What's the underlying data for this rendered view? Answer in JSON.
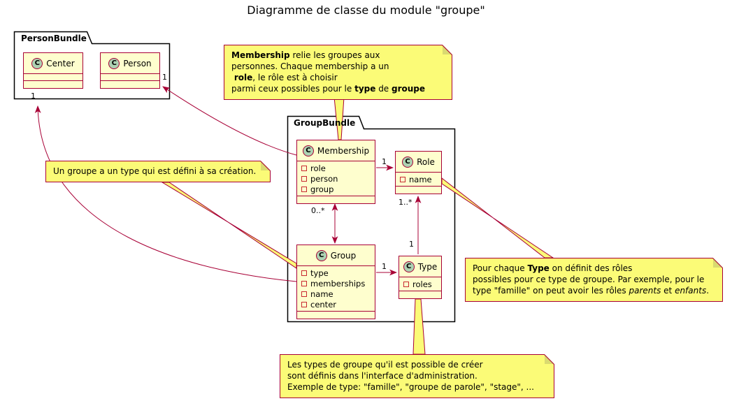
{
  "title": "Diagramme de classe du module \"groupe\"",
  "packages": {
    "person_bundle": {
      "label": "PersonBundle"
    },
    "group_bundle": {
      "label": "GroupBundle"
    }
  },
  "classes": {
    "icon_letter": "C",
    "center": {
      "name": "Center"
    },
    "person": {
      "name": "Person"
    },
    "membership": {
      "name": "Membership",
      "attributes": [
        "role",
        "person",
        "group"
      ]
    },
    "role": {
      "name": "Role",
      "attributes": [
        "name"
      ]
    },
    "group": {
      "name": "Group",
      "attributes": [
        "type",
        "memberships",
        "name",
        "center"
      ]
    },
    "type": {
      "name": "Type",
      "attributes": [
        "roles"
      ]
    }
  },
  "multiplicities": {
    "membership_person": "1",
    "group_center": "1",
    "membership_role": "1",
    "group_memberships": "0..*",
    "group_type": "1",
    "type_roles": "1..*",
    "type_side": "1"
  },
  "notes": {
    "membership": {
      "segments": [
        {
          "text": "Membership",
          "bold": true
        },
        {
          "text": " relie les groupes aux"
        },
        {
          "br": true
        },
        {
          "text": "personnes. Chaque membership a un"
        },
        {
          "br": true
        },
        {
          "text": " "
        },
        {
          "text": "role",
          "bold": true
        },
        {
          "text": ", le rôle est à choisir"
        },
        {
          "br": true
        },
        {
          "text": "parmi ceux possibles pour le "
        },
        {
          "text": "type",
          "bold": true
        },
        {
          "text": " de "
        },
        {
          "text": "groupe",
          "bold": true
        }
      ]
    },
    "group_type": {
      "text": "Un groupe a un type qui est défini à sa création."
    },
    "type_roles": {
      "segments": [
        {
          "text": "Pour chaque "
        },
        {
          "text": "Type",
          "bold": true
        },
        {
          "text": " on définit des rôles"
        },
        {
          "br": true
        },
        {
          "text": "possibles pour ce type de groupe. Par exemple, pour le"
        },
        {
          "br": true
        },
        {
          "text": "type \"famille\" on peut avoir les rôles "
        },
        {
          "text": "parents",
          "italic": true
        },
        {
          "text": " et "
        },
        {
          "text": "enfants",
          "italic": true
        },
        {
          "text": "."
        }
      ]
    },
    "types_admin": {
      "segments": [
        {
          "text": "Les types de groupe qu'il est possible de créer"
        },
        {
          "br": true
        },
        {
          "text": "sont définis dans l'interface d'administration."
        },
        {
          "br": true
        },
        {
          "text": "Exemple de type: \"famille\", \"groupe de parole\", \"stage\", ..."
        }
      ]
    }
  },
  "colors": {
    "accent": "#A80036",
    "class_fill": "#FEFECE",
    "note_fill": "#FBFB77",
    "spot_fill": "#ADD1B2",
    "package_border": "#000000"
  }
}
